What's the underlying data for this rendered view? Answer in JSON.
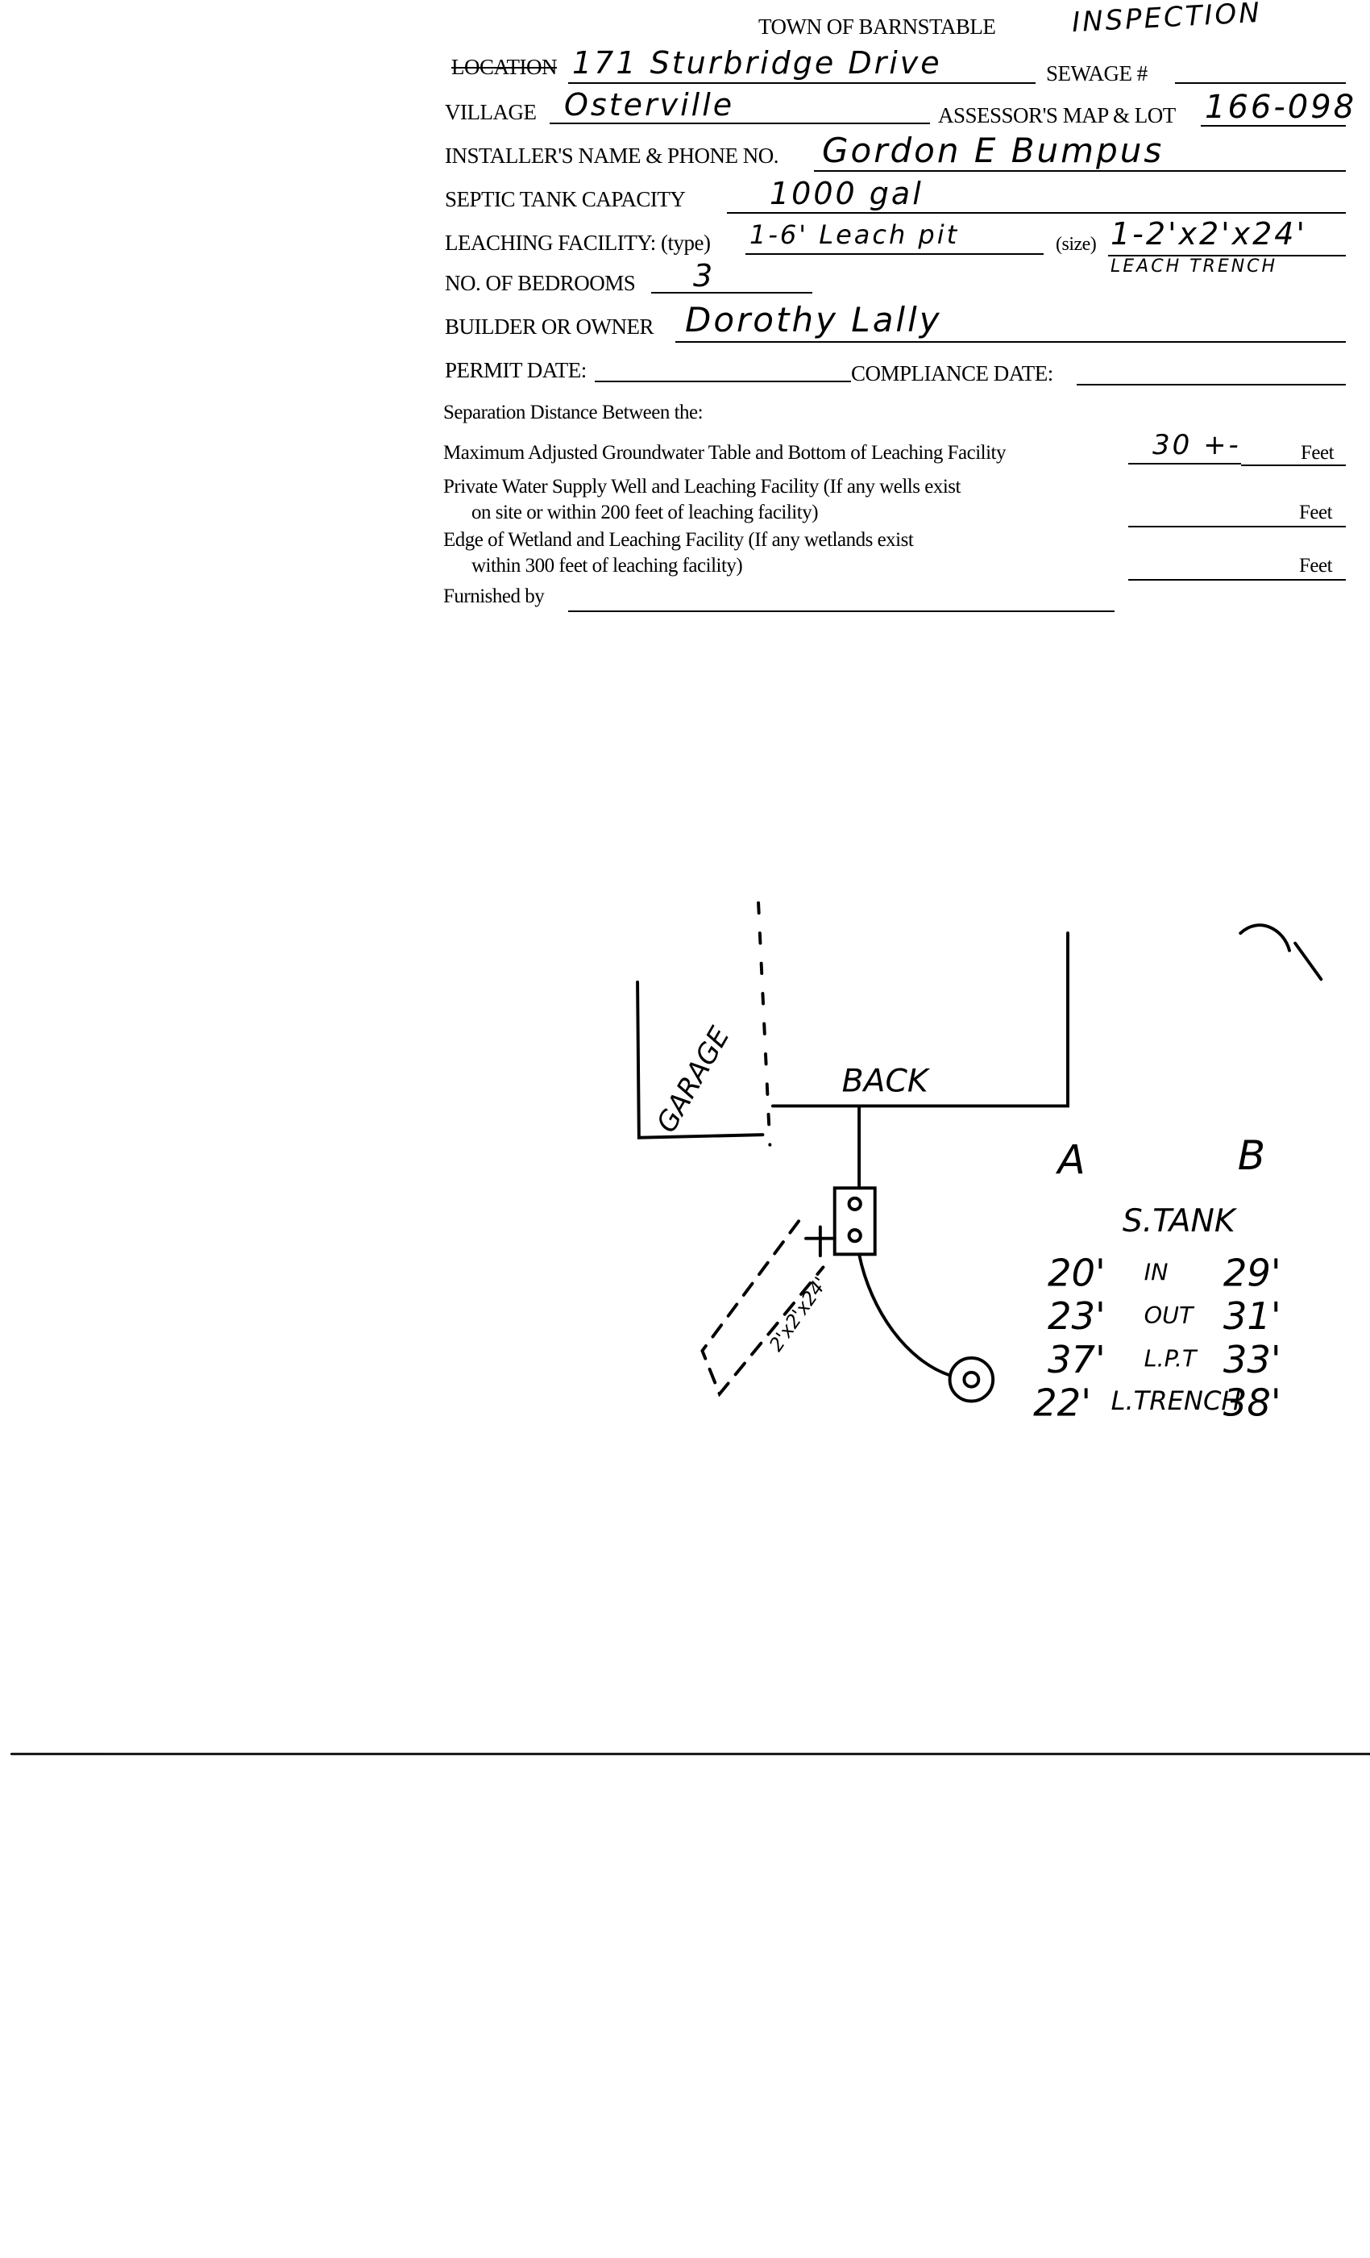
{
  "header": {
    "title": "TOWN OF BARNSTABLE",
    "stamp": "INSPECTION"
  },
  "form": {
    "location_label": "LOCATION",
    "location_value": "171 Sturbridge Drive",
    "sewage_label": "SEWAGE #",
    "village_label": "VILLAGE",
    "village_value": "Osterville",
    "map_lot_label": "ASSESSOR'S MAP & LOT",
    "map_lot_value": "166-098",
    "installer_label": "INSTALLER'S NAME & PHONE NO.",
    "installer_value": "Gordon E Bumpus",
    "tank_label": "SEPTIC TANK CAPACITY",
    "tank_value": "1000 gal",
    "leaching_label": "LEACHING FACILITY: (type)",
    "leaching_type_value": "1-6' Leach pit",
    "size_label": "(size)",
    "size_value": "1-2'x2'x24'",
    "size_note": "LEACH TRENCH",
    "bedrooms_label": "NO. OF BEDROOMS",
    "bedrooms_value": "3",
    "owner_label": "BUILDER OR OWNER",
    "owner_value": "Dorothy Lally",
    "permit_label": "PERMIT DATE:",
    "compliance_label": "COMPLIANCE  DATE:",
    "separation_heading": "Separation Distance Between the:",
    "groundwater_label": "Maximum Adjusted Groundwater Table and Bottom of Leaching Facility",
    "groundwater_value": "30 +-",
    "well_label_1": "Private Water Supply Well and Leaching Facility  (If any wells exist",
    "well_label_2": "on site or within 200 feet of leaching facility)",
    "wetland_label_1": "Edge of Wetland and Leaching Facility (If any wetlands exist",
    "wetland_label_2": "within 300 feet of leaching facility)",
    "feet": "Feet",
    "furnished_label": "Furnished by"
  },
  "sketch": {
    "garage": "GARAGE",
    "back": "BACK",
    "trench": "2'x2'x24'",
    "col_a": "A",
    "col_b": "B",
    "tank_heading": "S.TANK",
    "rows": [
      {
        "a": "20'",
        "label": "IN",
        "b": "29'"
      },
      {
        "a": "23'",
        "label": "OUT",
        "b": "31'"
      },
      {
        "a": "37'",
        "label": "L.P.T",
        "b": "33'"
      },
      {
        "a": "22'",
        "label": "L.TRENCH",
        "b": "38'"
      }
    ]
  }
}
